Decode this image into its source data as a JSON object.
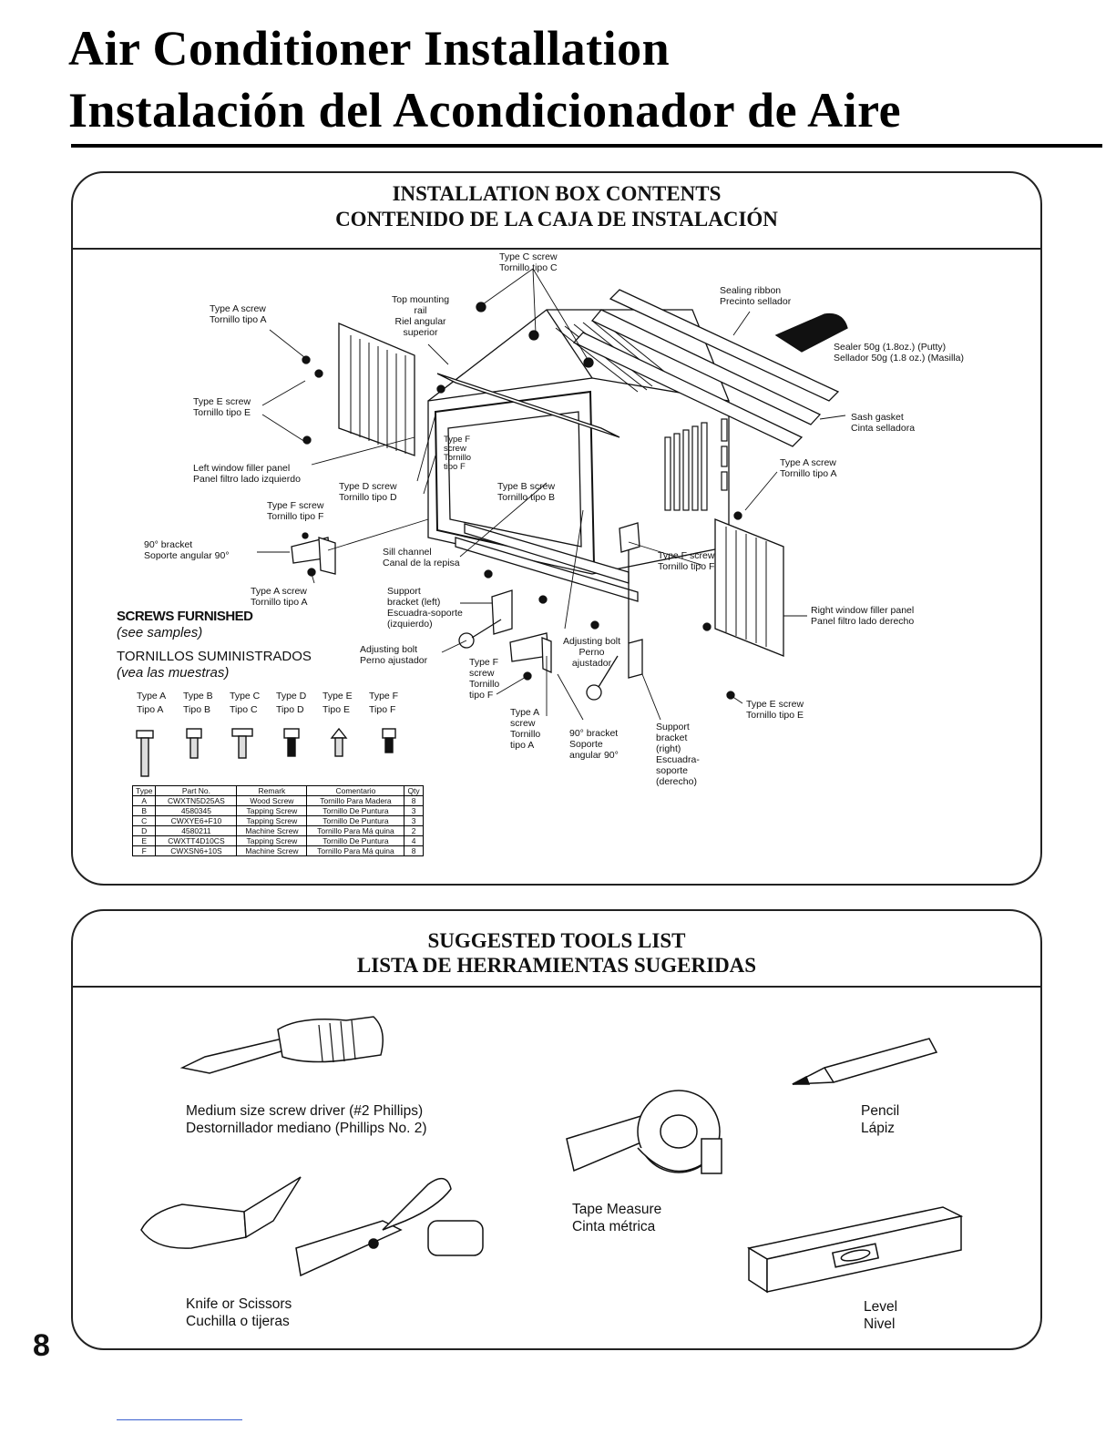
{
  "title_en": "Air Conditioner Installation",
  "title_es": "Instalación del Acondicionador de Aire",
  "box_contents": {
    "header_en": "INSTALLATION BOX CONTENTS",
    "header_es": "CONTENIDO DE LA CAJA DE INSTALACIÓN",
    "labels": {
      "type_c_screw": [
        "Type C screw",
        "Tornillo tipo C"
      ],
      "sealing_ribbon": [
        "Sealing ribbon",
        "Precinto sellador"
      ],
      "sealer": [
        "Sealer 50g (1.8oz.) (Putty)",
        "Sellador 50g (1.8 oz.) (Masilla)"
      ],
      "type_a_screw_top": [
        "Type A screw",
        "Tornillo tipo A"
      ],
      "top_mounting_rail": [
        "Top mounting",
        "rail",
        "Riel angular",
        "superior"
      ],
      "type_e_screw_left": [
        "Type E screw",
        "Tornillo tipo E"
      ],
      "sash_gasket": [
        "Sash gasket",
        "Cinta selladora"
      ],
      "left_panel": [
        "Left window filler panel",
        "Panel filtro lado izquierdo"
      ],
      "type_d_screw": [
        "Type D screw",
        "Tornillo tipo D"
      ],
      "type_f_screw_inner": [
        "Type F",
        "screw",
        "Tornillo",
        "tipo F"
      ],
      "type_b_screw": [
        "Type B screw",
        "Tornillo tipo B"
      ],
      "type_a_screw_right": [
        "Type A screw",
        "Tornillo tipo A"
      ],
      "type_f_screw_left": [
        "Type F screw",
        "Tornillo tipo F"
      ],
      "bracket_90": [
        "90° bracket",
        "Soporte angular 90°"
      ],
      "sill_channel": [
        "Sill channel",
        "Canal de la repisa"
      ],
      "type_f_screw_right": [
        "Type F screw",
        "Tornillo tipo F"
      ],
      "type_a_screw_bottom": [
        "Type A screw",
        "Tornillo tipo A"
      ],
      "support_bracket_left": [
        "Support",
        "bracket (left)",
        "Escuadra-soporte",
        "(izquierdo)"
      ],
      "right_panel": [
        "Right window filler panel",
        "Panel filtro lado derecho"
      ],
      "adjusting_bolt_left": [
        "Adjusting bolt",
        "Perno ajustador"
      ],
      "adjusting_bolt_right": [
        "Adjusting bolt",
        "Perno",
        "ajustador"
      ],
      "type_f_screw_bottom": [
        "Type F",
        "screw",
        "Tornillo",
        "tipo F"
      ],
      "type_a_screw_lower": [
        "Type A",
        "screw",
        "Tornillo",
        "tipo A"
      ],
      "bracket_90_bottom": [
        "90° bracket",
        "Soporte",
        "angular 90°"
      ],
      "support_bracket_right": [
        "Support",
        "bracket",
        "(right)",
        "Escuadra-",
        "soporte",
        "(derecho)"
      ],
      "type_e_screw_right": [
        "Type E screw",
        "Tornillo tipo E"
      ]
    },
    "screws_furnished": "SCREWS FURNISHED",
    "see_samples": "(see samples)",
    "tornillos": "TORNILLOS SUMINISTRADOS",
    "vea_muestras": "(vea las muestras)",
    "screw_types_en": [
      "Type A",
      "Type B",
      "Type C",
      "Type D",
      "Type E",
      "Type F"
    ],
    "screw_types_es": [
      "Tipo A",
      "Tipo B",
      "Tipo C",
      "Tipo D",
      "Tipo E",
      "Tipo F"
    ],
    "table": {
      "headers": [
        "Type",
        "Part No.",
        "Remark",
        "Comentario",
        "Qty"
      ],
      "rows": [
        [
          "A",
          "CWXTN5D25AS",
          "Wood Screw",
          "Tornillo Para Madera",
          "8"
        ],
        [
          "B",
          "4580345",
          "Tapping Screw",
          "Tornillo De Puntura",
          "3"
        ],
        [
          "C",
          "CWXYE6+F10",
          "Tapping Screw",
          "Tornillo De Puntura",
          "3"
        ],
        [
          "D",
          "4580211",
          "Machine Screw",
          "Tornillo Para Má quina",
          "2"
        ],
        [
          "E",
          "CWXTT4D10CS",
          "Tapping Screw",
          "Tornillo De Puntura",
          "4"
        ],
        [
          "F",
          "CWXSN6+10S",
          "Machine Screw",
          "Tornillo Para Má quina",
          "8"
        ]
      ]
    }
  },
  "tools": {
    "header_en": "SUGGESTED TOOLS LIST",
    "header_es": "LISTA DE HERRAMIENTAS SUGERIDAS",
    "screwdriver": [
      "Medium size screw driver (#2 Phillips)",
      "Destornillador mediano (Phillips No. 2)"
    ],
    "pencil": [
      "Pencil",
      "Lápiz"
    ],
    "tape": [
      "Tape Measure",
      "Cinta métrica"
    ],
    "knife": [
      "Knife or Scissors",
      "Cuchilla o tijeras"
    ],
    "level": [
      "Level",
      "Nivel"
    ]
  },
  "page_number": "8"
}
